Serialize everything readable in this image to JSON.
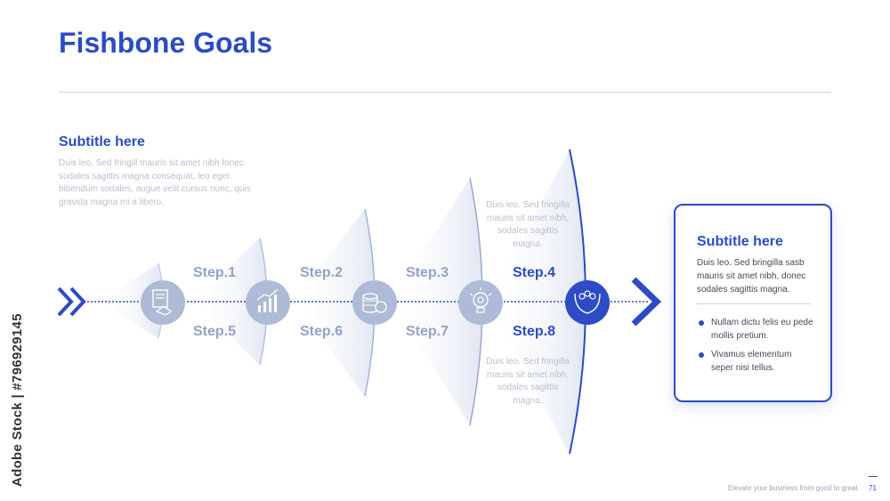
{
  "title": "Fishbone Goals",
  "left": {
    "subtitle": "Subtitle here",
    "paragraph": "Duis leo. Sed fringill mauris sit amet nibh fonec sodales sagittis magna consequat, leo eget bibendum sodales, augue velit cursus nunc, quis gravida magna mi a libero."
  },
  "steps_top": [
    "Step.1",
    "Step.2",
    "Step.3",
    "Step.4"
  ],
  "steps_bottom": [
    "Step.5",
    "Step.6",
    "Step.7",
    "Step.8"
  ],
  "side_text_top": "Duis leo. Sed fringilla mauris sit amet nibh, sodales sagittis magna.",
  "side_text_bottom": "Duis leo. Sed fringilla mauris sit amet nibh, sodales sagittis magna.",
  "icons": [
    "document-handshake-icon",
    "growth-chart-icon",
    "coins-icon",
    "lightbulb-gear-icon",
    "hands-team-icon"
  ],
  "card": {
    "title": "Subtitle here",
    "body": "Duis leo. Sed bringilla sasb mauris sit amet nibh, donec sodales sagittis magna.",
    "bullets": [
      "Nullam dictu felis eu pede mollis pretium.",
      "Vivamus elementum seper nisi tellus."
    ]
  },
  "footer": {
    "tagline": "Elevate your business from good to great.",
    "page": "71"
  },
  "watermark_side": "Adobe Stock | #796929145",
  "colors": {
    "accent": "#2d4bc4",
    "muted": "#93a3c7",
    "circle": "#aebbd6"
  }
}
